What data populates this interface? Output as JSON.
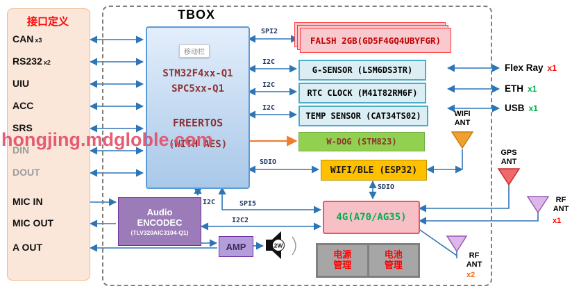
{
  "watermark": "hongjing.mdgloble.com",
  "left_panel": {
    "title": "接口定义",
    "items": [
      {
        "label": "CAN",
        "count": "x3"
      },
      {
        "label": "RS232",
        "count": "x2"
      },
      {
        "label": "UIU",
        "count": ""
      },
      {
        "label": "ACC",
        "count": ""
      },
      {
        "label": "SRS",
        "count": ""
      },
      {
        "label": "DIN",
        "count": ""
      },
      {
        "label": "DOUT",
        "count": ""
      },
      {
        "label": "MIC IN",
        "count": ""
      },
      {
        "label": "MIC OUT",
        "count": ""
      },
      {
        "label": "A OUT",
        "count": ""
      }
    ]
  },
  "tbox": {
    "title": "TBOX",
    "mcu": {
      "tooltip": "移动栏",
      "lines": [
        "STM32F4xx-Q1",
        "SPC5xx-Q1",
        "FREERTOS",
        "(WITH AES)"
      ]
    },
    "components": {
      "flash": "FALSH 2GB(GD5F4GQ4UBYFGR)",
      "gsensor": "G-SENSOR (LSM6DS3TR)",
      "rtc": "RTC CLOCK (M41T82RM6F)",
      "temp": "TEMP SENSOR (CAT34TS02)",
      "wdog": "W-DOG (STM823)",
      "wifi_ble": "WIFI/BLE (ESP32)",
      "cellular": "4G(A70/AG35)",
      "audio": {
        "lines": [
          "Audio",
          "ENCODEC",
          "(TLV320AIC3104-Q1)"
        ]
      },
      "amp": "AMP",
      "speaker_label": "2W",
      "power": "电源管理",
      "battery": "电池管理"
    },
    "bus": {
      "spi2": "SPI2",
      "i2c_gsensor": "I2C",
      "i2c_rtc": "I2C",
      "i2c_temp": "I2C",
      "sdio_wifi": "SDIO",
      "sdio_4g": "SDIO",
      "i2c_audio": "I2C",
      "spi5": "SPI5",
      "i2c2": "I2C2"
    }
  },
  "right": {
    "interfaces": [
      {
        "label": "Flex Ray",
        "count": "x1"
      },
      {
        "label": "ETH",
        "count": "x1"
      },
      {
        "label": "USB",
        "count": "x1"
      }
    ],
    "antennas": {
      "wifi": {
        "label": "WIFI ANT"
      },
      "gps": {
        "label": "GPS ANT"
      },
      "rf1": {
        "label": "RF ANT",
        "count": "x1"
      },
      "rf2": {
        "label": "RF ANT",
        "count": "x2"
      }
    }
  },
  "colors": {
    "arrow_blue": "#2e75b6",
    "wdog_arrow_orange": "#ed7d31",
    "count_red": "#ff0000",
    "count_green": "#00b050",
    "flash_pink": "#f8c9cf",
    "wdog_green": "#92d050",
    "wifi_orange": "#ffc000",
    "cellular_pink": "#f7bfc6",
    "audio_purple": "#9b7cb8",
    "panel_peach": "#fbe7d9",
    "watermark_red": "#e4506a"
  }
}
